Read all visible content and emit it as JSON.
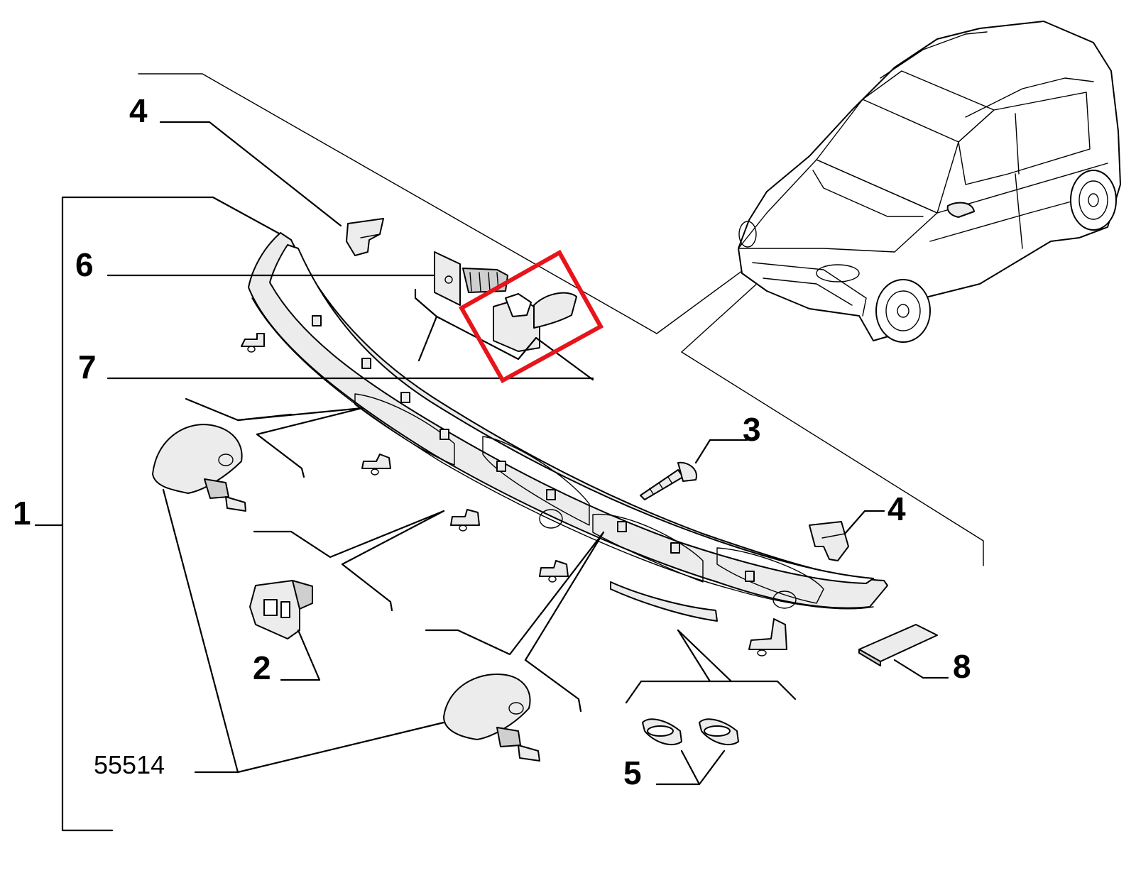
{
  "diagram": {
    "catalog_number": "55514",
    "callouts": [
      {
        "id": "c1a",
        "label": "1"
      },
      {
        "id": "c2",
        "label": "2"
      },
      {
        "id": "c3",
        "label": "3"
      },
      {
        "id": "c4a",
        "label": "4"
      },
      {
        "id": "c4b",
        "label": "4"
      },
      {
        "id": "c5",
        "label": "5"
      },
      {
        "id": "c6",
        "label": "6"
      },
      {
        "id": "c7",
        "label": "7"
      },
      {
        "id": "c8",
        "label": "8"
      }
    ],
    "highlight_color": "#e8141b",
    "line_color": "#000000",
    "part_fill": "#ececec"
  }
}
